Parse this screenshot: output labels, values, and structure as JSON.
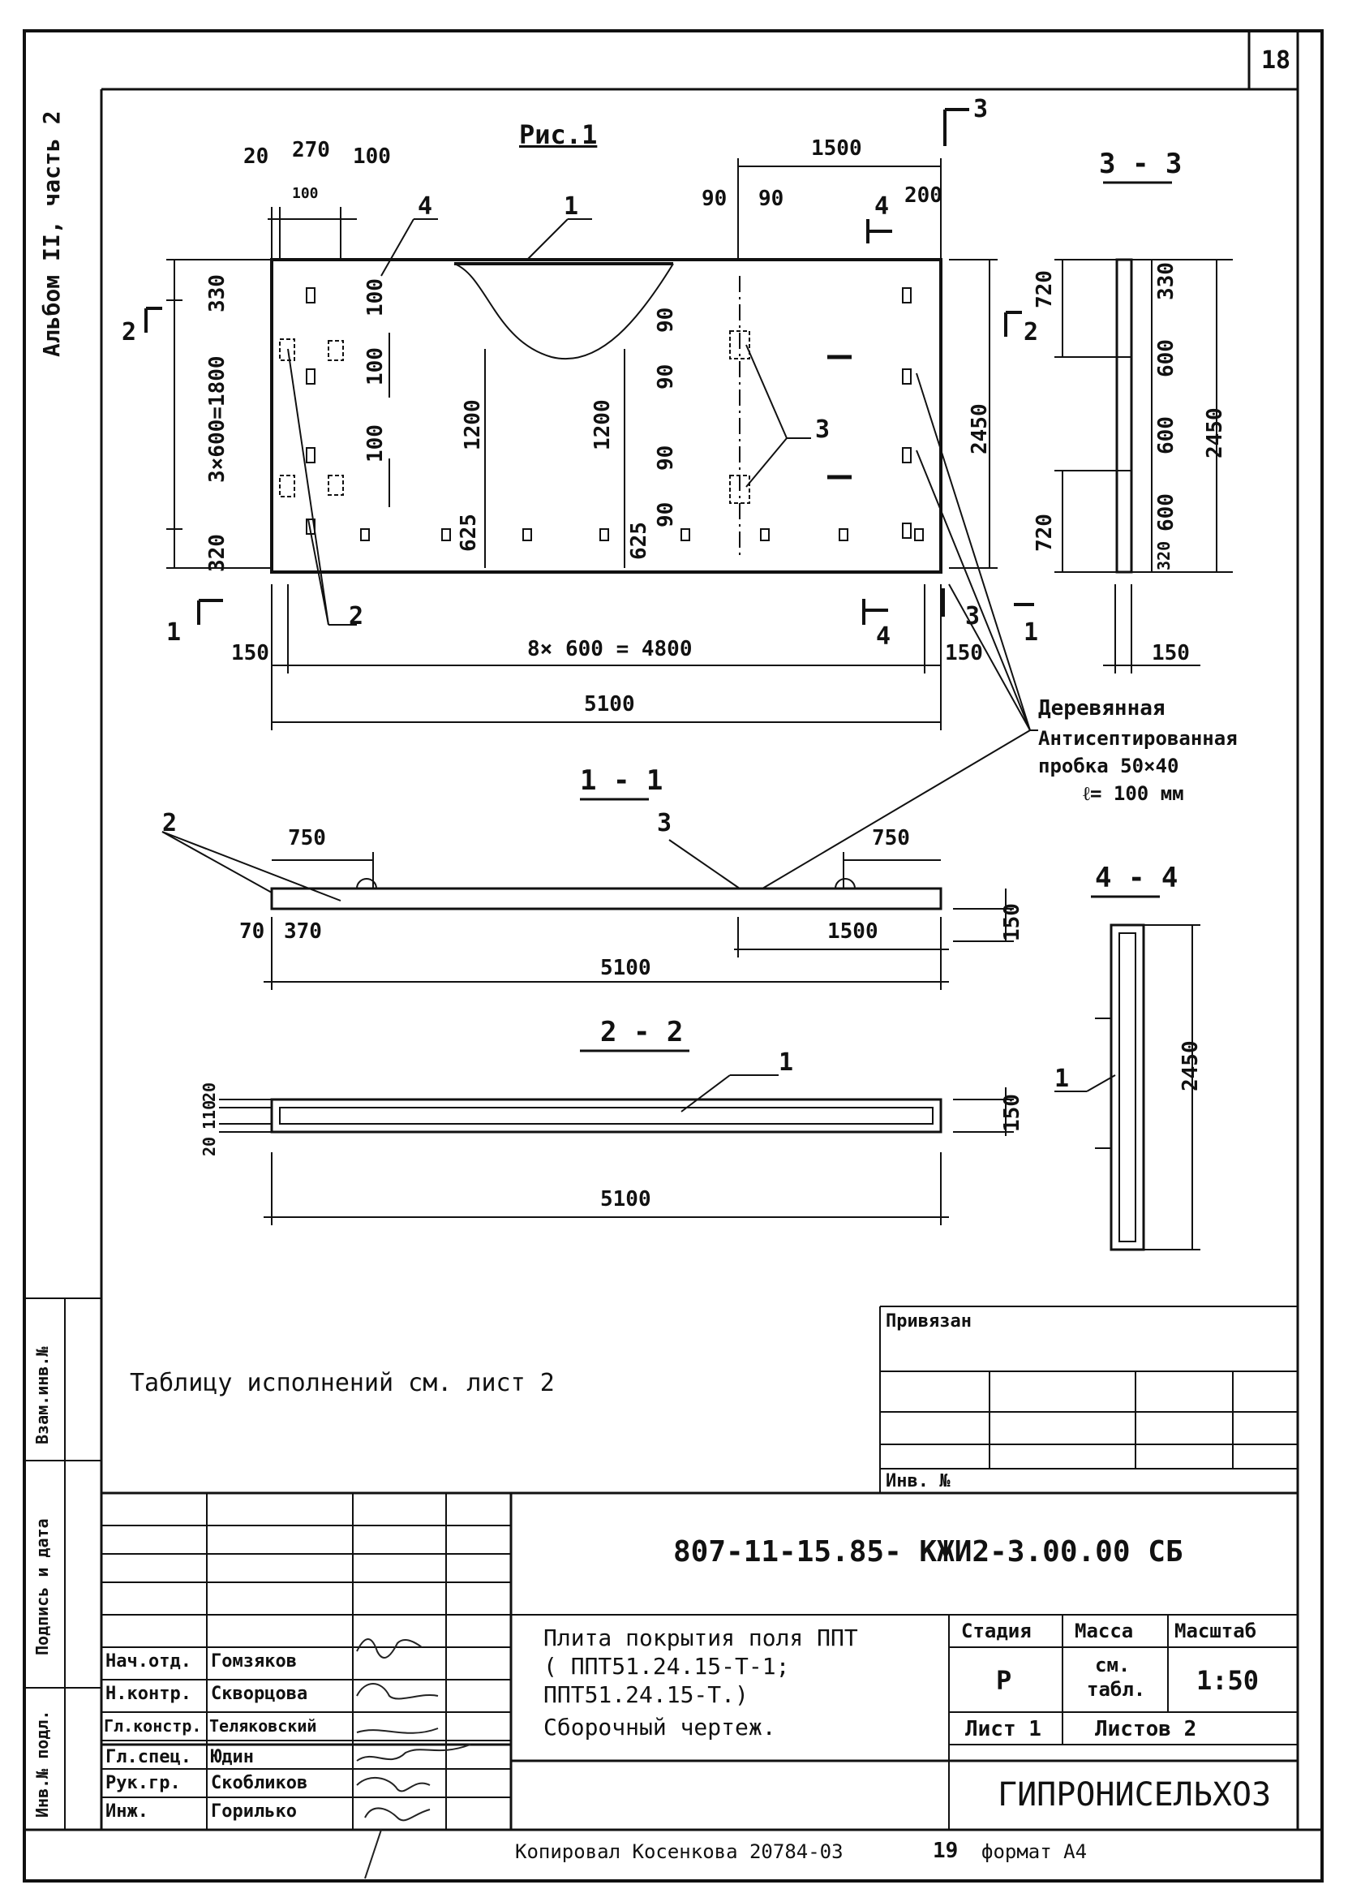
{
  "page_number": "18",
  "album_label": "Альбом II, часть 2",
  "views": {
    "fig1": "Рис.1",
    "s33": "3 - 3",
    "s11": "1 - 1",
    "s22": "2 - 2",
    "s44": "4 - 4"
  },
  "cut_marks": {
    "c1": "1",
    "c2": "2",
    "c3": "3",
    "c4": "4"
  },
  "callouts": {
    "n1": "1",
    "n2": "2",
    "n3": "3",
    "n4": "4"
  },
  "dims_fig1": {
    "d20": "20",
    "d270": "270",
    "d100a": "100",
    "d100b": "100",
    "d1500": "1500",
    "d90a": "90",
    "d90b": "90",
    "d200": "200",
    "d330": "330",
    "d3x600": "3×600=1800",
    "d320": "320",
    "d100c": "100",
    "d100d": "100",
    "d100e": "100",
    "d1200a": "1200",
    "d1200b": "1200",
    "d625a": "625",
    "d625b": "625",
    "d90c": "90",
    "d90d": "90",
    "d90e": "90",
    "d90f": "90",
    "d2450": "2450",
    "d150a": "150",
    "d8x600": "8× 600 = 4800",
    "d150b": "150",
    "d5100": "5100"
  },
  "dims_33": {
    "d720a": "720",
    "d720b": "720",
    "d330": "330",
    "d600a": "600",
    "d600b": "600",
    "d600c": "600",
    "d320": "320",
    "d2450": "2450",
    "d150": "150"
  },
  "dims_11": {
    "d750a": "750",
    "d750b": "750",
    "d70": "70",
    "d370": "370",
    "d1500": "1500",
    "d150": "150",
    "d5100": "5100"
  },
  "dims_22": {
    "d20a": "20",
    "d110": "110",
    "d20b": "20",
    "d150": "150",
    "d5100": "5100"
  },
  "dims_44": {
    "d2450": "2450"
  },
  "note_wood": [
    "Деревянная",
    "Антисептированная",
    "пробка 50×40",
    "ℓ= 100 мм"
  ],
  "table_note": "Таблицу исполнений см. лист 2",
  "side_stamps": [
    "Взам.инв.№",
    "Подпись и дата",
    "Инв.№ подл."
  ],
  "binding": {
    "tied": "Привязан",
    "inv": "Инв. №"
  },
  "title_block": {
    "code": "807-11-15.85-  КЖИ2-3.00.00 СБ",
    "name_lines": [
      "Плита покрытия поля ППТ",
      "( ППТ51.24.15-Т-1;",
      " ППТ51.24.15-Т.)",
      "Сборочный чертеж."
    ],
    "stage_label": "Стадия",
    "mass_label": "Масса",
    "scale_label": "Масштаб",
    "stage": "Р",
    "mass_lines": [
      "см.",
      "табл."
    ],
    "scale": "1:50",
    "sheet": "Лист 1",
    "sheets": "Листов 2",
    "org": "ГИПРОНИСЕЛЬХОЗ",
    "staff": [
      {
        "role": "Нач.отд.",
        "name": "Гомзяков"
      },
      {
        "role": "Н.контр.",
        "name": "Скворцова"
      },
      {
        "role": "Гл.констр.",
        "name": "Теляковский"
      },
      {
        "role": "Гл.спец.",
        "name": "Юдин"
      },
      {
        "role": "Рук.гр.",
        "name": "Скобликов"
      },
      {
        "role": "Инж.",
        "name": "Горилько"
      }
    ]
  },
  "footer": {
    "copied": "Копировал  Косенкова 20784-03",
    "num": "19",
    "format": "формат А4"
  },
  "colors": {
    "ink": "#111111",
    "paper": "#ffffff"
  }
}
